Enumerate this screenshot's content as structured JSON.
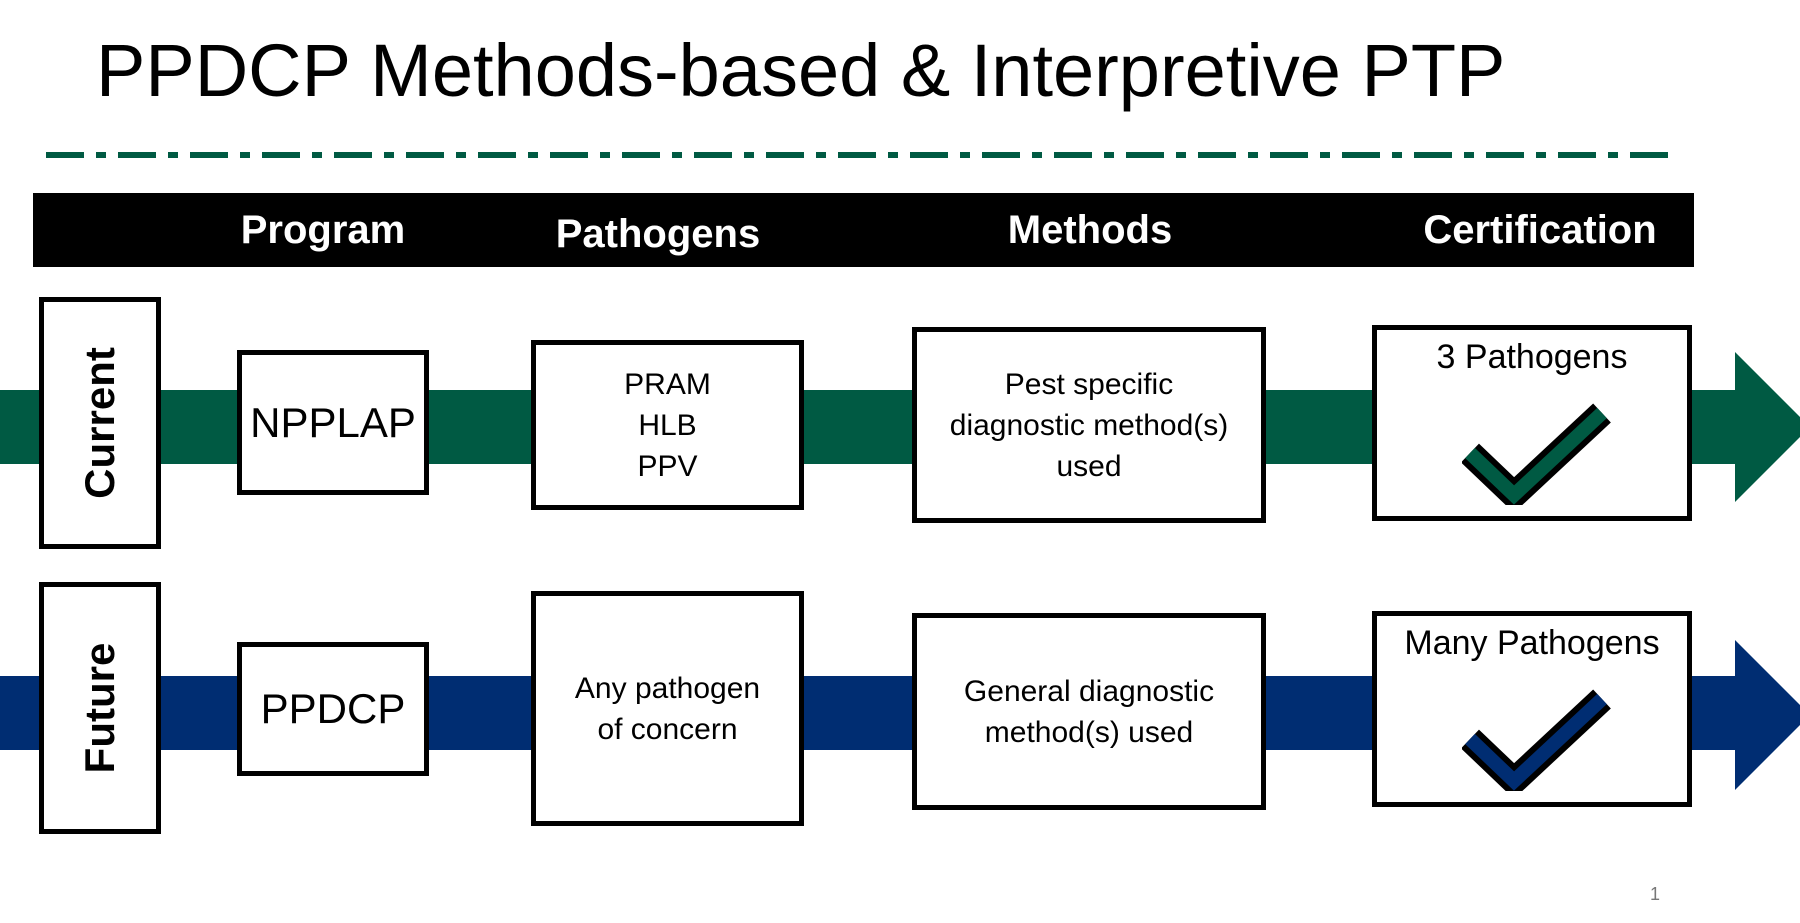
{
  "title": "PPDCP Methods-based & Interpretive PTP",
  "header": {
    "program": "Program",
    "pathogens": "Pathogens",
    "methods": "Methods",
    "certification": "Certification"
  },
  "rows": {
    "current": {
      "label": "Current",
      "color": "#005a43",
      "program": "NPPLAP",
      "pathogens": [
        "PRAM",
        "HLB",
        "PPV"
      ],
      "methods": [
        "Pest specific",
        "diagnostic method(s)",
        "used"
      ],
      "certification": "3 Pathogens",
      "check_icon": "checkmark-icon"
    },
    "future": {
      "label": "Future",
      "color": "#002d72",
      "program": "PPDCP",
      "pathogens": [
        "Any pathogen",
        "of concern"
      ],
      "methods": [
        "General diagnostic",
        "method(s) used"
      ],
      "certification": "Many Pathogens",
      "check_icon": "checkmark-icon"
    }
  },
  "accent_colors": {
    "divider": "#005a43",
    "header_bg": "#000000"
  },
  "page_number": "1"
}
